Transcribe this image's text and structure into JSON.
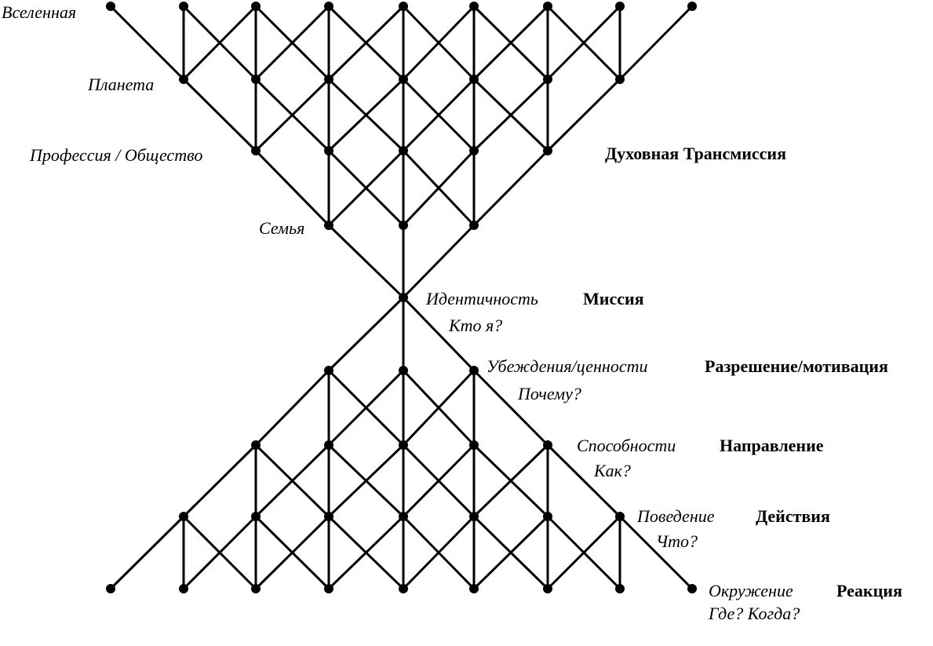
{
  "labels": {
    "universe": "Вселенная",
    "planet": "Планета",
    "profession": "Профессия / Общество",
    "family": "Семья",
    "identity": "Идентичность",
    "identity_q": "Кто я?",
    "beliefs": "Убеждения/ценности",
    "beliefs_q": "Почему?",
    "capabilities": "Способности",
    "capabilities_q": "Как?",
    "behavior": "Поведение",
    "behavior_q": "Что?",
    "environment": "Окружение",
    "environment_q": "Где? Когда?"
  },
  "functions": {
    "spiritual": "Духовная Трансмиссия",
    "mission": "Миссия",
    "permission": "Разрешение/мотивация",
    "direction": "Направление",
    "actions": "Действия",
    "reaction": "Реакция"
  },
  "colors": {
    "ink": "#000000",
    "background": "#ffffff"
  }
}
